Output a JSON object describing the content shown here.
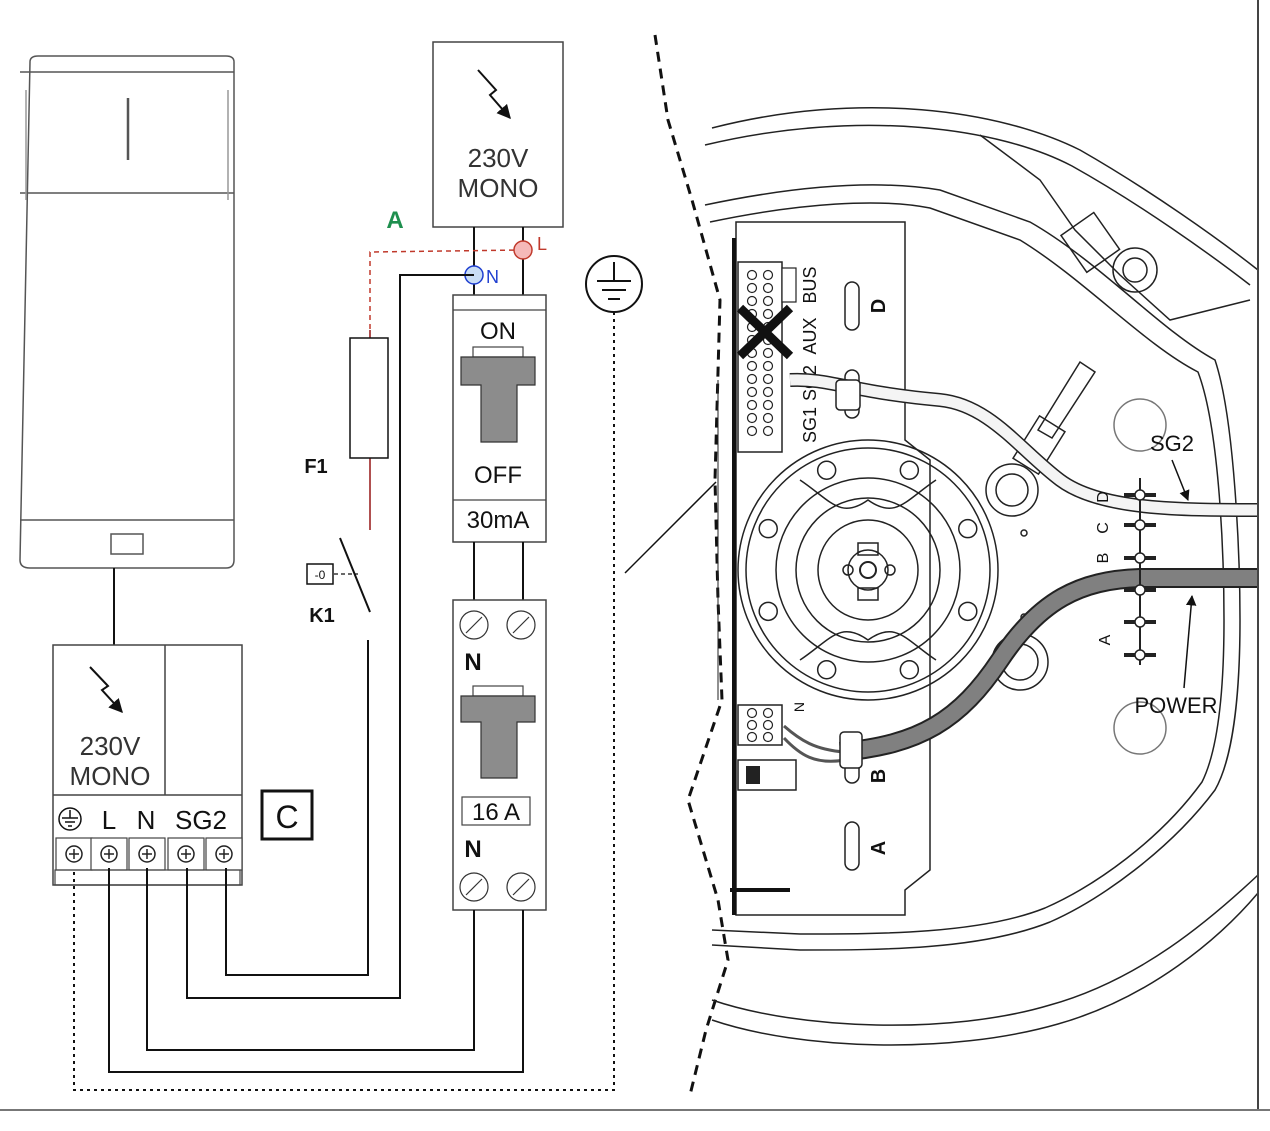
{
  "colors": {
    "line": "#111111",
    "outline": "#444444",
    "live_wire": "#c0392b",
    "label_green": "#1e8f4e",
    "neutral_blue": "#1f3fd0",
    "neutral_fill": "#c9ddf5",
    "live_fill": "#f5b9b9",
    "cable_gray": "#808080",
    "breaker_gray": "#8c8c8c"
  },
  "supply": {
    "line1": "230V",
    "line2": "MONO"
  },
  "point_a": {
    "label": "A"
  },
  "live_point": {
    "label": "L"
  },
  "neutral_point": {
    "label": "N"
  },
  "earth": {
    "icon": "earth-ground-icon"
  },
  "fuse": {
    "label": "F1"
  },
  "relay": {
    "label": "K1",
    "coil_symbol": "-0"
  },
  "rcd": {
    "on_label": "ON",
    "off_label": "OFF",
    "rating": "30mA"
  },
  "mcb": {
    "n_top": "N",
    "n_bottom": "N",
    "rating": "16 A"
  },
  "heater_box": {
    "line1": "230V",
    "line2": "MONO",
    "terminals": [
      "L",
      "N",
      "SG2"
    ],
    "connector_label": "C"
  },
  "board": {
    "terminal_labels": [
      "BUS",
      "AUX",
      "SG2",
      "SG1"
    ],
    "slot_labels": [
      "D",
      "B",
      "A"
    ],
    "clamp_labels": [
      "D",
      "C",
      "B",
      "A"
    ],
    "callout_sg2": "SG2",
    "callout_power": "POWER",
    "tiny_label": "N"
  }
}
